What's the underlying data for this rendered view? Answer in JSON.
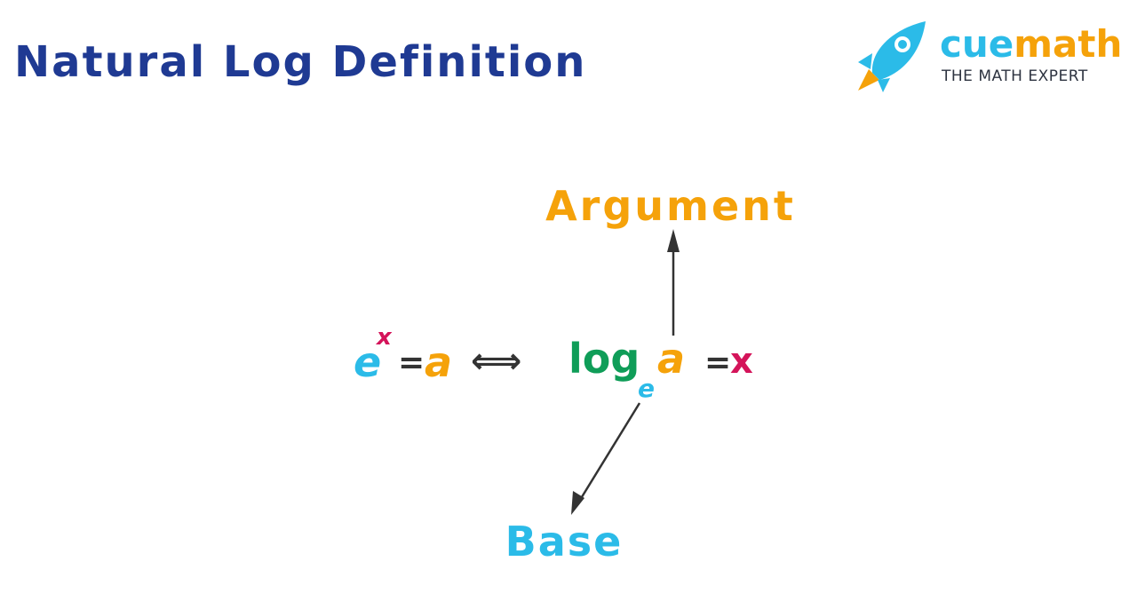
{
  "header": {
    "title": "Natural Log Definition"
  },
  "logo": {
    "brand_part_1": "cue",
    "brand_part_2": "math",
    "tagline": "THE MATH EXPERT",
    "icon": "rocket-icon"
  },
  "equation": {
    "left": {
      "base": "e",
      "exponent": "x",
      "equals": "=",
      "value": "a"
    },
    "equivalence": "⟺",
    "right": {
      "log": "log",
      "subscript": "e",
      "argument": "a",
      "equals": "=",
      "result": "x"
    }
  },
  "labels": {
    "argument": "Argument",
    "base": "Base"
  },
  "colors": {
    "title": "#1f3a93",
    "base": "#2bbbe8",
    "argument": "#f5a20a",
    "exponent": "#d4145a",
    "log": "#0f9d58",
    "operator": "#333333"
  }
}
